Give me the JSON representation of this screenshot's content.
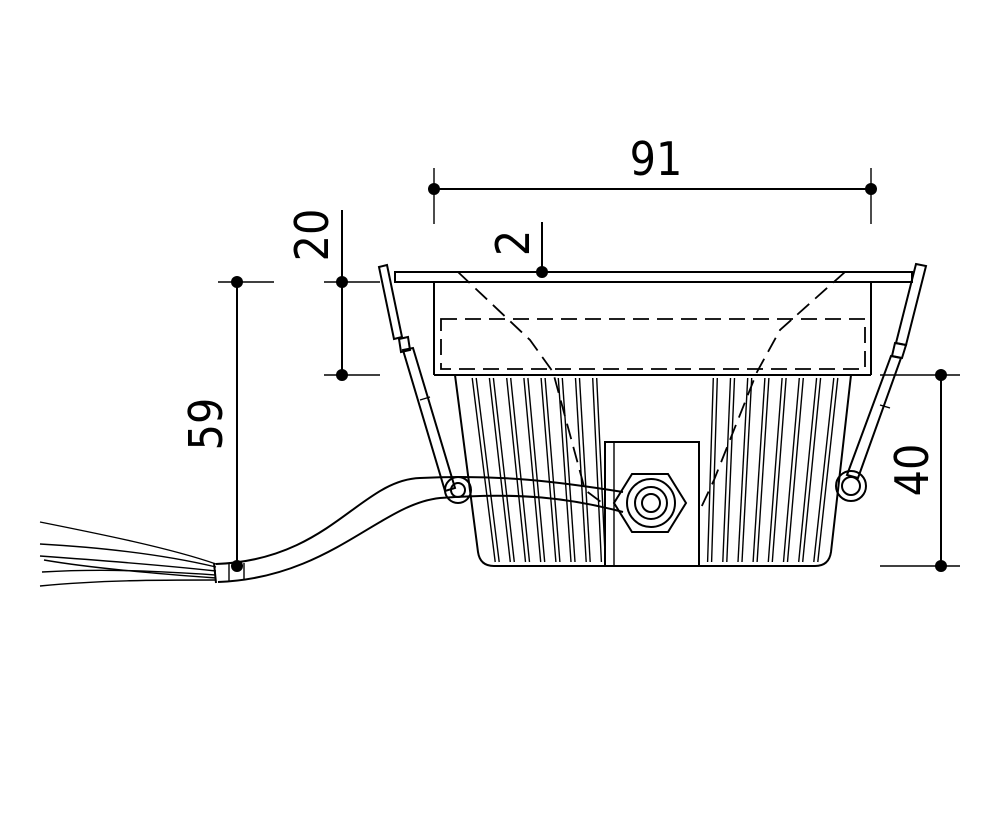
{
  "drawing": {
    "dimensions": {
      "width": "91",
      "flange": "2",
      "recess": "20",
      "overall_height": "59",
      "body_height": "40"
    },
    "colors": {
      "line": "#000000",
      "background": "#ffffff"
    }
  }
}
